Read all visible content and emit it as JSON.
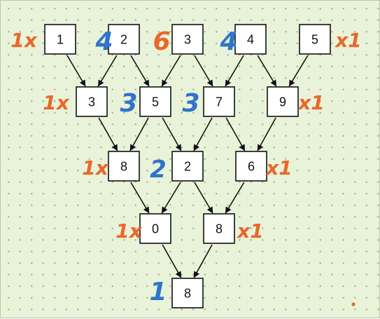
{
  "diagram": {
    "rows": [
      [
        "1",
        "2",
        "3",
        "4",
        "5"
      ],
      [
        "3",
        "5",
        "7",
        "9"
      ],
      [
        "8",
        "2",
        "6"
      ],
      [
        "0",
        "8"
      ],
      [
        "8"
      ]
    ],
    "annotations": [
      {
        "text": "1x",
        "color": "#e8682a"
      },
      {
        "text": "4",
        "color": "#2f74c9"
      },
      {
        "text": "6",
        "color": "#e8682a"
      },
      {
        "text": "4",
        "color": "#2f74c9"
      },
      {
        "text": "x1",
        "color": "#e8682a"
      },
      {
        "text": "1x",
        "color": "#e8682a"
      },
      {
        "text": "3",
        "color": "#2f74c9"
      },
      {
        "text": "3",
        "color": "#2f74c9"
      },
      {
        "text": "x1",
        "color": "#e8682a"
      },
      {
        "text": "1x",
        "color": "#e8682a"
      },
      {
        "text": "2",
        "color": "#2f74c9"
      },
      {
        "text": "x1",
        "color": "#e8682a"
      },
      {
        "text": "1x",
        "color": "#e8682a"
      },
      {
        "text": "x1",
        "color": "#e8682a"
      },
      {
        "text": "1",
        "color": "#2f74c9"
      }
    ],
    "colors": {
      "grid_background": "#e9f3d9",
      "box_fill": "#ffffff",
      "box_stroke": "#111111",
      "arrow": "#111111",
      "orange": "#e8682a",
      "blue": "#2f74c9"
    }
  }
}
